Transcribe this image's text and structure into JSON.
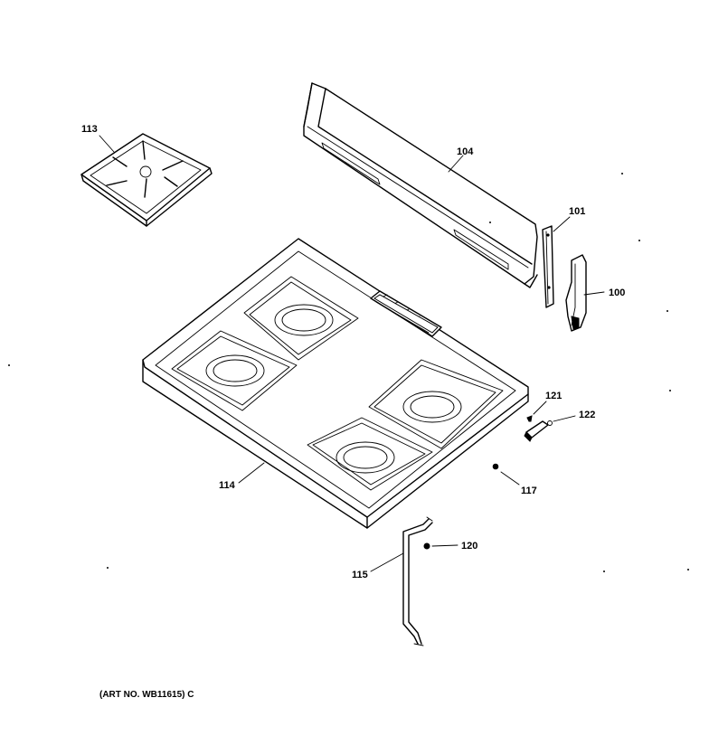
{
  "labels": {
    "p113": "113",
    "p104": "104",
    "p101": "101",
    "p100": "100",
    "p121": "121",
    "p122": "122",
    "p117": "117",
    "p114": "114",
    "p120": "120",
    "p115": "115"
  },
  "art_no": "(ART NO. WB11615) C"
}
